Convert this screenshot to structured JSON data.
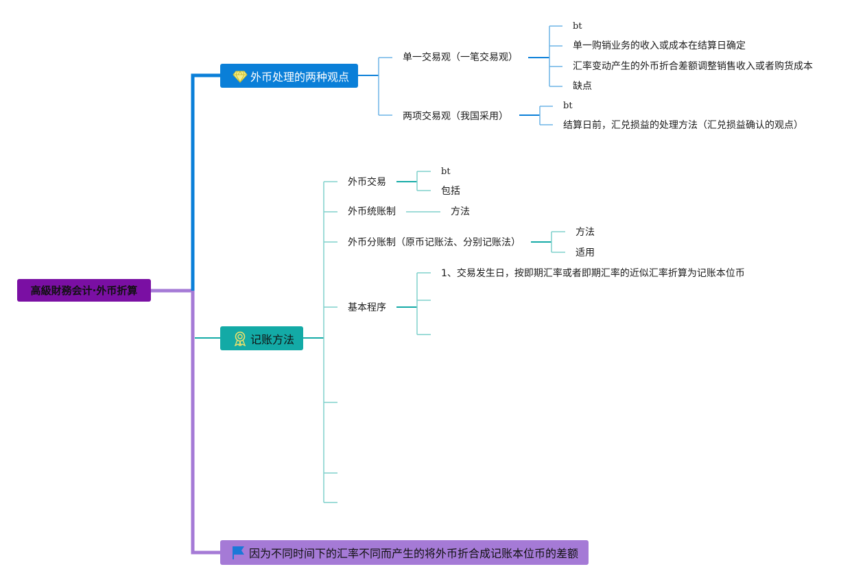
{
  "root": {
    "label": "高級財務会计·外币折算"
  },
  "branches": [
    {
      "label": "外币处理的两种观点",
      "icon": "diamond-icon",
      "color": "#0a7fd8",
      "children": [
        {
          "label": "单一交易观（一笔交易观）",
          "children": [
            "bt",
            "单一购销业务的收入或成本在结算日确定",
            "汇率变动产生的外币折合差额调整销售收入或者购货成本",
            "缺点"
          ]
        },
        {
          "label": "两项交易观（我国采用）",
          "children": [
            "bt",
            "结算日前，汇兑损益的处理方法（汇兑损益确认的观点）"
          ]
        }
      ]
    },
    {
      "label": "记账方法",
      "icon": "award-ribbon-icon",
      "color": "#13aaa6",
      "children": [
        {
          "label": "外币交易",
          "children": [
            "bt",
            "包括"
          ]
        },
        {
          "label": "外币统账制",
          "children": [
            "方法"
          ]
        },
        {
          "label": "外币分账制（原币记账法、分别记账法）",
          "children": [
            "方法",
            "适用"
          ]
        },
        {
          "label": "基本程序",
          "children": [
            "1、交易发生日，按即期汇率或者即期汇率的近似汇率折算为记账本位币"
          ]
        }
      ]
    },
    {
      "label": "因为不同时间下的汇率不同而产生的将外币折合成记账本位币的差额",
      "icon": "flag-icon",
      "color": "#a57ad6"
    }
  ]
}
